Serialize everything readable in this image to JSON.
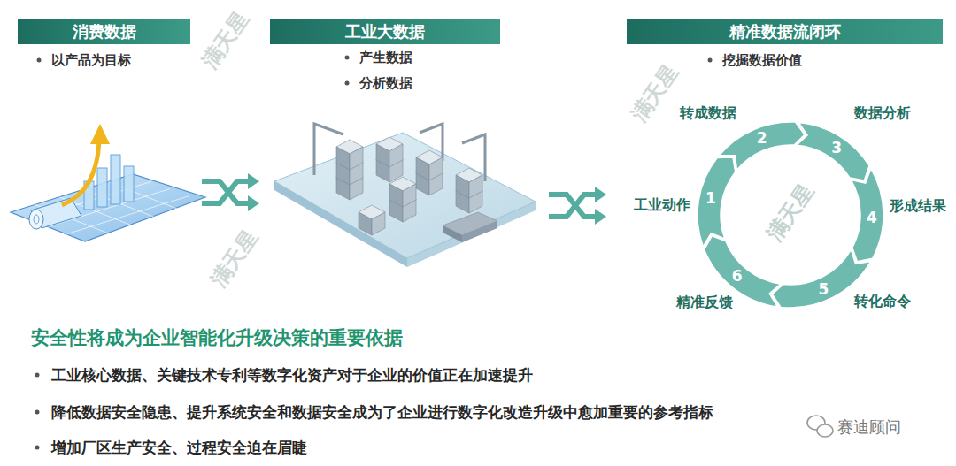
{
  "diagram": {
    "nodes": [
      {
        "text": [
          "消费数据"
        ]
      },
      {
        "text": [
          "工业大数据"
        ]
      },
      {
        "text": [
          "精准数据流闭环"
        ]
      },
      {
        "text": [
          "1",
          "工业动作"
        ]
      },
      {
        "text": [
          "2",
          "转成数据"
        ]
      },
      {
        "text": [
          "3",
          "数据分析"
        ]
      },
      {
        "text": [
          "4",
          "形成结果"
        ]
      },
      {
        "text": [
          "5",
          "转化命令"
        ]
      },
      {
        "text": [
          "6",
          "精准反馈"
        ]
      }
    ],
    "labels": [
      "以产品为目标",
      "产生数据",
      "分析数据",
      "挖掘数据价值",
      "安全性将成为企业智能化升级决策的重要依据",
      "工业核心数据、关键技术专利等数字化资产对于企业的价值正在加速提升",
      "降低数据安全隐患、提升系统安全和数据安全成为了企业进行数字化改造升级中愈加重要的参考指标",
      "增加厂区生产安全、过程安全迫在眉睫",
      "满天星",
      "满天星",
      "满天星",
      "满天星",
      "赛迪顾问"
    ]
  }
}
